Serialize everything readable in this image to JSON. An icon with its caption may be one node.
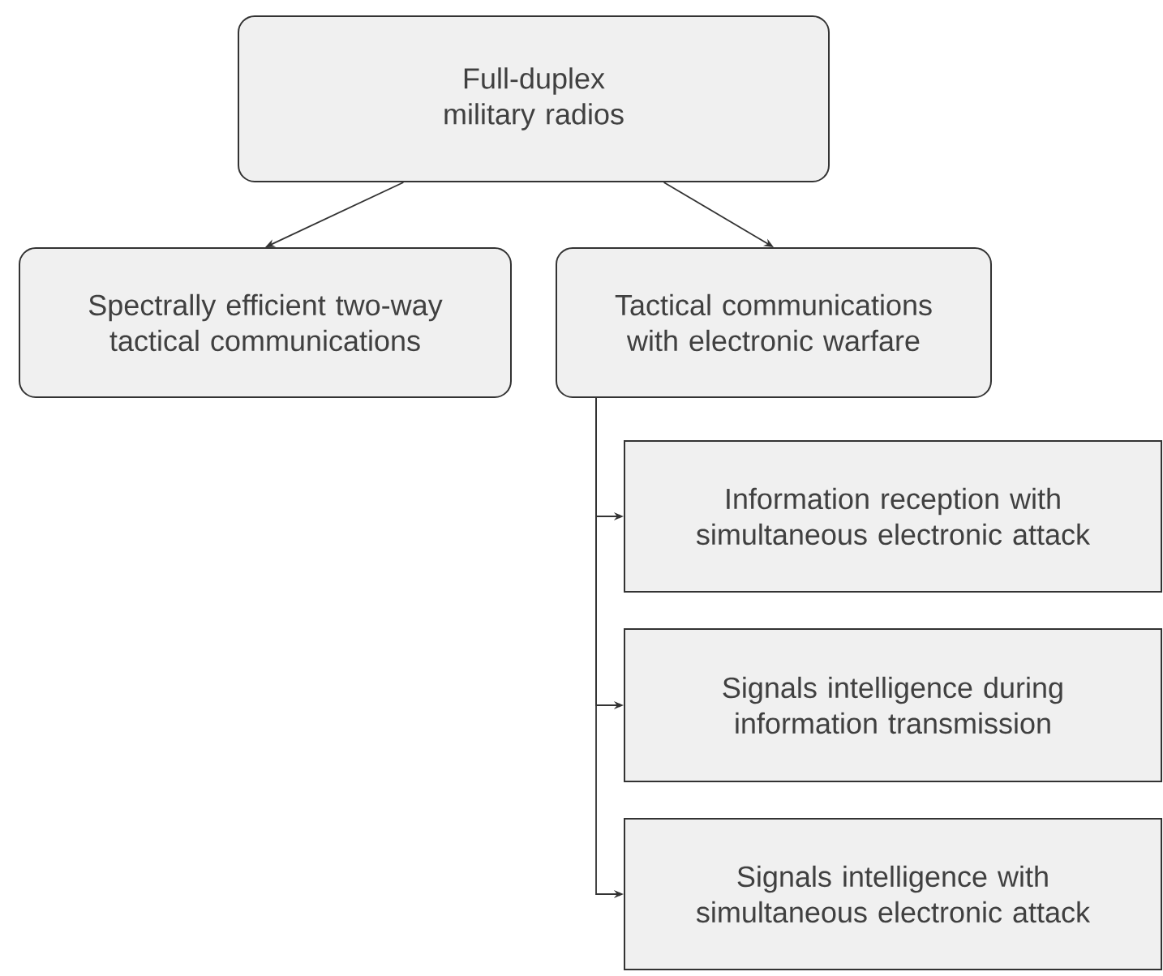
{
  "diagram": {
    "nodes": [
      {
        "text": [
          "Full-duplex military radios"
        ]
      },
      {
        "text": [
          "Spectrally efficient two-way tactical communications"
        ]
      },
      {
        "text": [
          "Tactical communications with electronic warfare"
        ]
      },
      {
        "text": [
          "Information reception with simultaneous electronic attack"
        ]
      },
      {
        "text": [
          "Signals intelligence during information transmission"
        ]
      },
      {
        "text": [
          "Signals intelligence with simultaneous electronic attack"
        ]
      }
    ],
    "edges": [
      {
        "from": 0,
        "to": 1,
        "arrow": "to"
      },
      {
        "from": 0,
        "to": 2,
        "arrow": "to"
      },
      {
        "from": 2,
        "to": 3,
        "arrow": "to"
      },
      {
        "from": 2,
        "to": 4,
        "arrow": "to"
      },
      {
        "from": 2,
        "to": 5,
        "arrow": "to"
      }
    ]
  }
}
